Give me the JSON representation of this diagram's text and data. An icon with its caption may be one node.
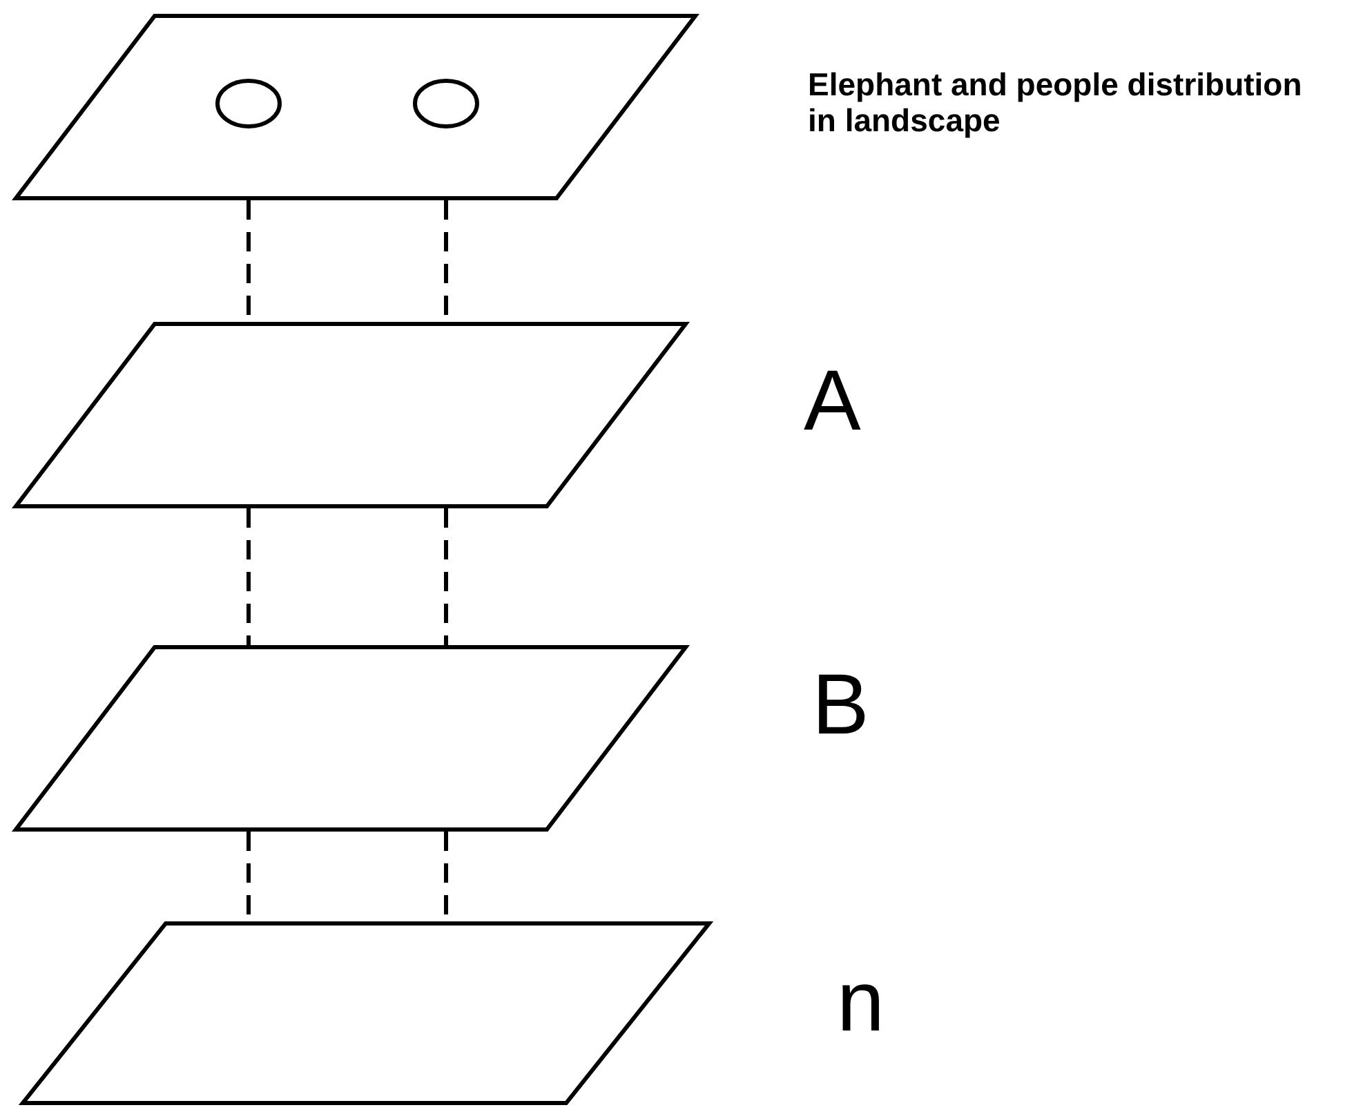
{
  "diagram": {
    "nodes": [
      {
        "text": [],
        "shape": "parallelogram",
        "beside": [
          "Elephant and people distribution in landscape"
        ]
      },
      {
        "text": [],
        "shape": "circle",
        "in": 0
      },
      {
        "text": [],
        "shape": "circle",
        "in": 0
      },
      {
        "text": [],
        "shape": "parallelogram",
        "beside": [
          "A"
        ]
      },
      {
        "text": [],
        "shape": "parallelogram",
        "beside": [
          "B"
        ]
      },
      {
        "text": [],
        "shape": "parallelogram",
        "beside": [
          "n"
        ]
      }
    ],
    "edges": [
      {
        "from": 0,
        "to": 3,
        "arrow": "none",
        "style": "dashed"
      },
      {
        "from": 0,
        "to": 3,
        "arrow": "none",
        "style": "dashed"
      },
      {
        "from": 3,
        "to": 4,
        "arrow": "none",
        "style": "dashed"
      },
      {
        "from": 3,
        "to": 4,
        "arrow": "none",
        "style": "dashed"
      },
      {
        "from": 4,
        "to": 5,
        "arrow": "none",
        "style": "dashed"
      },
      {
        "from": 4,
        "to": 5,
        "arrow": "none",
        "style": "dashed"
      }
    ]
  }
}
